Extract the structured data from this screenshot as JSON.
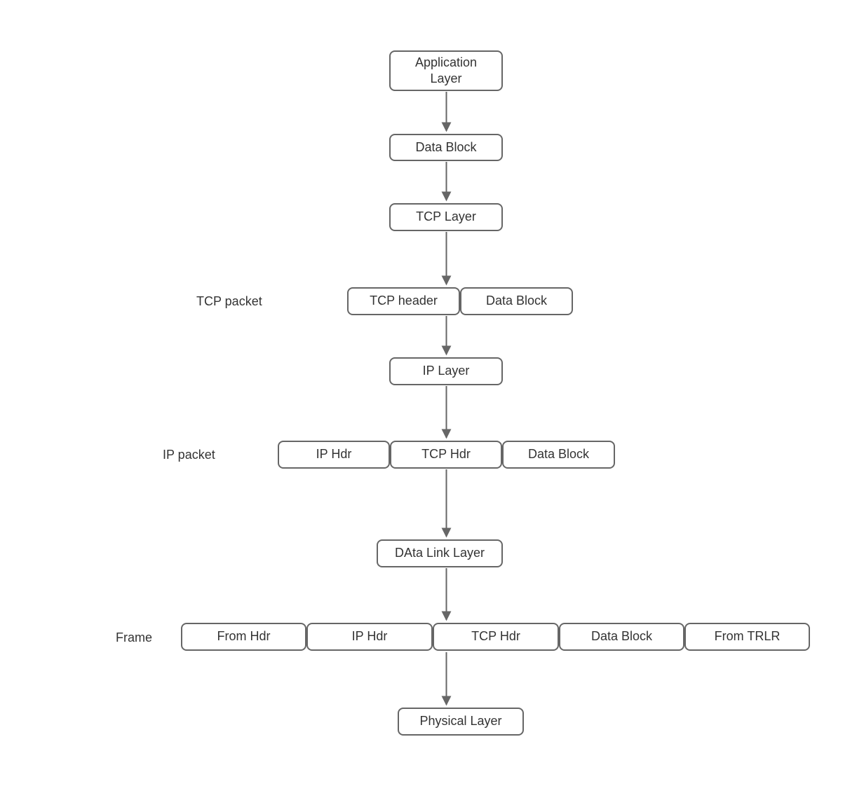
{
  "nodes": {
    "application_layer": "Application\nLayer",
    "data_block_1": "Data Block",
    "tcp_layer": "TCP Layer",
    "tcp_header": "TCP header",
    "data_block_2": "Data Block",
    "ip_layer": "IP Layer",
    "ip_hdr_1": "IP Hdr",
    "tcp_hdr_1": "TCP Hdr",
    "data_block_3": "Data Block",
    "data_link_layer": "DAta Link Layer",
    "from_hdr": "From Hdr",
    "ip_hdr_2": "IP Hdr",
    "tcp_hdr_2": "TCP Hdr",
    "data_block_4": "Data Block",
    "from_trlr": "From TRLR",
    "physical_layer": "Physical Layer"
  },
  "labels": {
    "tcp_packet": "TCP packet",
    "ip_packet": "IP packet",
    "frame": "Frame"
  },
  "edges": [
    {
      "from": "application_layer",
      "to": "data_block_1"
    },
    {
      "from": "data_block_1",
      "to": "tcp_layer"
    },
    {
      "from": "tcp_layer",
      "to": "tcp_header"
    },
    {
      "from": "tcp_header",
      "to": "ip_layer"
    },
    {
      "from": "ip_layer",
      "to": "tcp_hdr_1"
    },
    {
      "from": "tcp_hdr_1",
      "to": "data_link_layer"
    },
    {
      "from": "data_link_layer",
      "to": "tcp_hdr_2"
    },
    {
      "from": "tcp_hdr_2",
      "to": "physical_layer"
    }
  ],
  "colors": {
    "stroke": "#666666",
    "text": "#333333",
    "background": "#ffffff"
  }
}
